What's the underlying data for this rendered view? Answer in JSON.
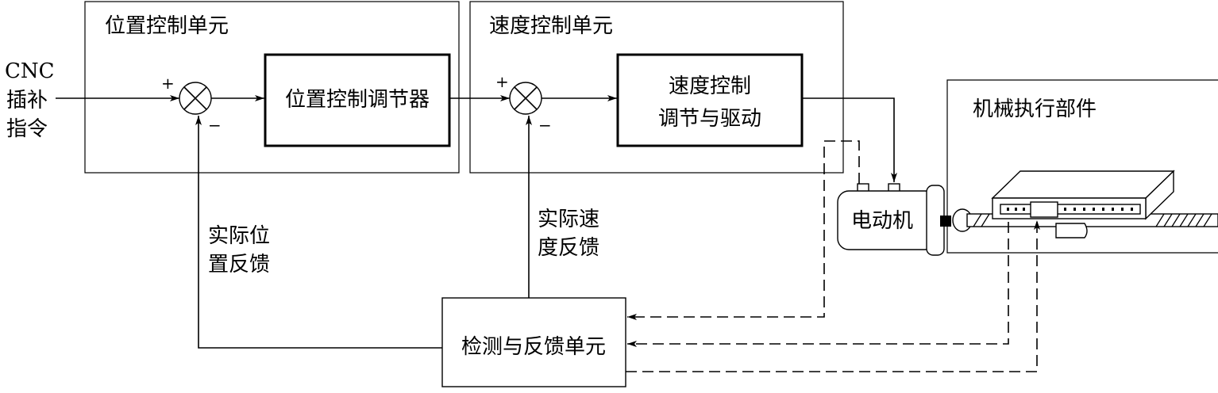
{
  "units": {
    "position": "位置控制单元",
    "speed": "速度控制单元",
    "mechanical": "机械执行部件"
  },
  "input": {
    "line1": "CNC",
    "line2": "插补",
    "line3": "指令"
  },
  "blocks": {
    "position_regulator": "位置控制调节器",
    "speed_drive_line1": "速度控制",
    "speed_drive_line2": "调节与驱动",
    "motor": "电动机",
    "feedback_unit": "检测与反馈单元"
  },
  "feedback": {
    "position_line1": "实际位",
    "position_line2": "置反馈",
    "speed_line1": "实际速",
    "speed_line2": "度反馈"
  },
  "signs": {
    "plus": "+",
    "minus": "−"
  }
}
